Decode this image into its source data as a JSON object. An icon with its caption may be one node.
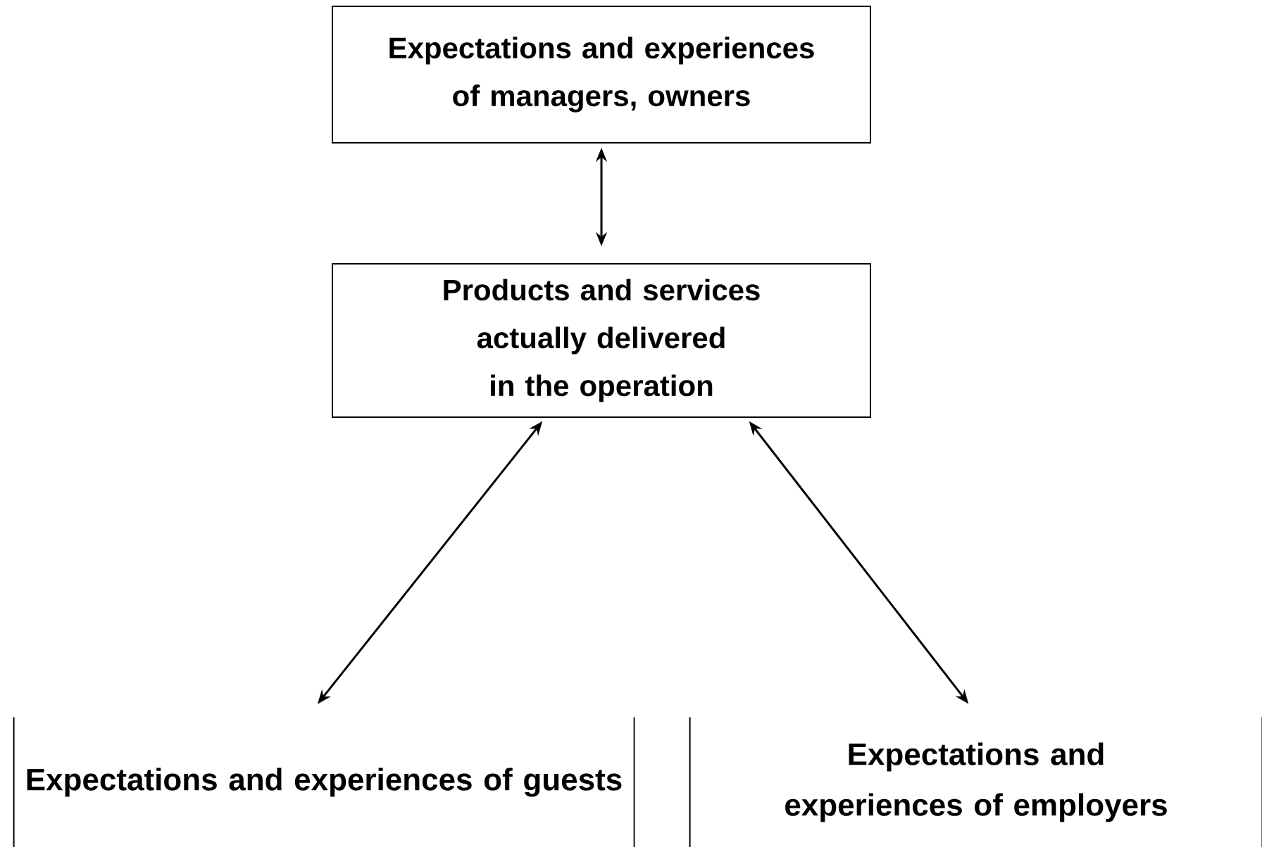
{
  "diagram": {
    "nodes": [
      {
        "text": [
          "Expectations and experiences of managers, owners"
        ]
      },
      {
        "text": [
          "Products and services actually delivered in the operation"
        ]
      },
      {
        "text": [
          "Expectations and experiences of guests"
        ]
      },
      {
        "text": [
          "Expectations and experiences of employers"
        ]
      }
    ],
    "edges": [
      {
        "from": 0,
        "to": 1,
        "arrow": "both"
      },
      {
        "from": 1,
        "to": 2,
        "arrow": "both"
      },
      {
        "from": 1,
        "to": 3,
        "arrow": "both"
      }
    ]
  }
}
